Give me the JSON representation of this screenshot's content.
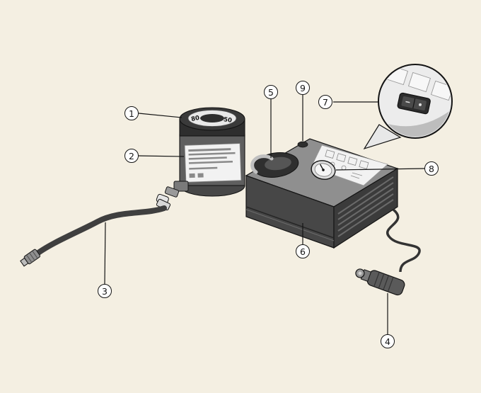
{
  "colors": {
    "background": "#f4efe2",
    "outline": "#141414",
    "dark_gray": "#3b3b3b",
    "mid_gray": "#6e6e6e",
    "light_gray": "#ececec",
    "label_white": "#f2f2f2"
  },
  "canister": {
    "gauge_left": "80",
    "gauge_right": "50"
  },
  "callouts": {
    "c1": {
      "label": "1"
    },
    "c2": {
      "label": "2"
    },
    "c3": {
      "label": "3"
    },
    "c4": {
      "label": "4"
    },
    "c5": {
      "label": "5"
    },
    "c6": {
      "label": "6"
    },
    "c7": {
      "label": "7"
    },
    "c8": {
      "label": "8"
    },
    "c9": {
      "label": "9"
    }
  }
}
